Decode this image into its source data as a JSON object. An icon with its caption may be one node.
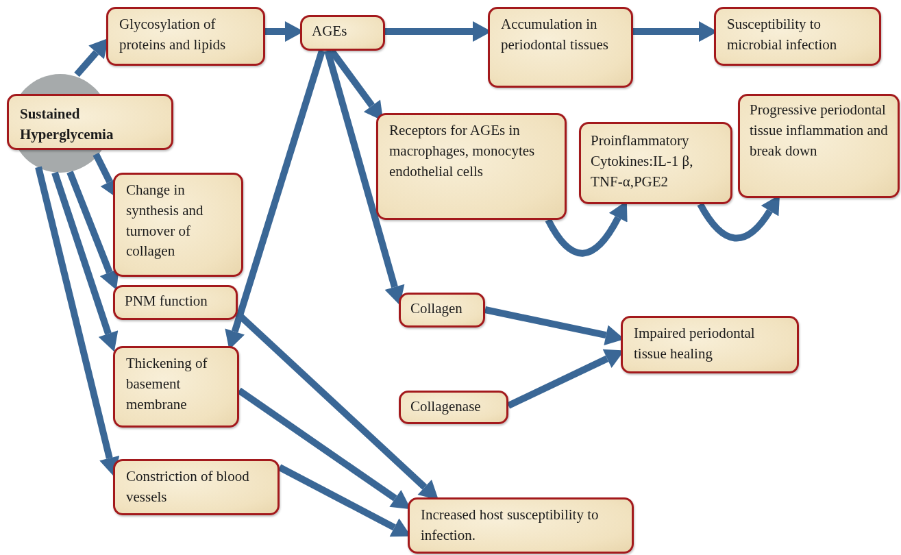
{
  "diagram": {
    "nodes": [
      {
        "text": [
          "Glycosylation of proteins and lipids"
        ]
      },
      {
        "text": [
          "AGEs"
        ]
      },
      {
        "text": [
          "Accumulation in periodontal tissues"
        ]
      },
      {
        "text": [
          "Susceptibility to microbial infection"
        ]
      },
      {
        "text": [],
        "shape": "circle"
      },
      {
        "text": [
          "Sustained Hyperglycemia"
        ]
      },
      {
        "text": [
          "Receptors for AGEs in macrophages, monocytes endothelial cells"
        ]
      },
      {
        "text": [
          "Proinflammatory Cytokines:IL-1 β, TNF-α,PGE2"
        ]
      },
      {
        "text": [
          "Progressive periodontal tissue inflammation and break down"
        ]
      },
      {
        "text": [
          "Change in synthesis and turnover of collagen"
        ]
      },
      {
        "text": [
          "PNM function"
        ]
      },
      {
        "text": [
          "Collagen"
        ]
      },
      {
        "text": [
          "Impaired periodontal tissue healing"
        ]
      },
      {
        "text": [
          "Thickening of basement membrane"
        ]
      },
      {
        "text": [
          "Collagenase"
        ]
      },
      {
        "text": [
          "Constriction of blood vessels"
        ]
      },
      {
        "text": [
          "Increased host susceptibility to infection."
        ]
      }
    ],
    "edges": [
      {
        "from": 4,
        "to": 0,
        "arrow": "to"
      },
      {
        "from": 0,
        "to": 1,
        "arrow": "to"
      },
      {
        "from": 1,
        "to": 2,
        "arrow": "to"
      },
      {
        "from": 2,
        "to": 3,
        "arrow": "to"
      },
      {
        "from": 1,
        "to": 6,
        "arrow": "to"
      },
      {
        "from": 4,
        "to": 9,
        "arrow": "to"
      },
      {
        "from": 4,
        "to": 10,
        "arrow": "to"
      },
      {
        "from": 4,
        "to": 13,
        "arrow": "to"
      },
      {
        "from": 4,
        "to": 15,
        "arrow": "to"
      },
      {
        "from": 1,
        "to": 13,
        "arrow": "to"
      },
      {
        "from": 1,
        "to": 11,
        "arrow": "to"
      },
      {
        "from": 6,
        "to": 7,
        "arrow": "to"
      },
      {
        "from": 7,
        "to": 8,
        "arrow": "to"
      },
      {
        "from": 11,
        "to": 12,
        "arrow": "to"
      },
      {
        "from": 14,
        "to": 12,
        "arrow": "to"
      },
      {
        "from": 10,
        "to": 16,
        "arrow": "to"
      },
      {
        "from": 13,
        "to": 16,
        "arrow": "to"
      },
      {
        "from": 15,
        "to": 16,
        "arrow": "to"
      }
    ]
  }
}
